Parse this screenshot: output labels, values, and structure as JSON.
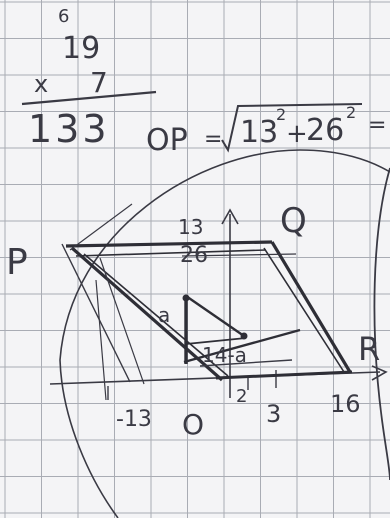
{
  "paper": {
    "background": "#f4f4f6",
    "grid_color": "#a9acb4",
    "ink_color": "#3a3a44"
  },
  "arithmetic": {
    "carry": "6",
    "top": "19",
    "operator": "x",
    "bottom": "7",
    "result": "133"
  },
  "formula": {
    "lhs": "OP",
    "eq": "=",
    "a": "13",
    "a_exp": "2",
    "plus": "+",
    "b": "26",
    "b_exp": "2",
    "trail": "="
  },
  "labels": {
    "P": "P",
    "Q": "Q",
    "R": "R",
    "O": "O",
    "y13": "13",
    "y26": "26",
    "a": "a",
    "expr": "14-a",
    "x_neg13": "-13",
    "x2": "2",
    "x3": "3",
    "x16": "16"
  }
}
